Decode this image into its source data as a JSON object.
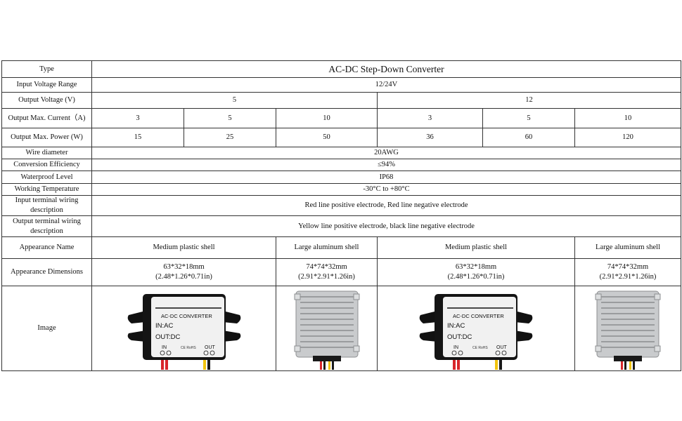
{
  "header": {
    "type_label": "Type",
    "type_value": "AC-DC Step-Down Converter"
  },
  "rows": {
    "input_voltage": {
      "label": "Input Voltage Range",
      "value": "12/24V"
    },
    "output_voltage": {
      "label": "Output Voltage (V)",
      "values": [
        "5",
        "12"
      ]
    },
    "output_current": {
      "label": "Output Max. Current（A)",
      "values": [
        "3",
        "5",
        "10",
        "3",
        "5",
        "10"
      ]
    },
    "output_power": {
      "label": "Output Max. Power (W)",
      "values": [
        "15",
        "25",
        "50",
        "36",
        "60",
        "120"
      ]
    },
    "wire_diameter": {
      "label": "Wire diameter",
      "value": "20AWG"
    },
    "efficiency": {
      "label": "Conversion Efficiency",
      "value": "≤94%"
    },
    "waterproof": {
      "label": "Waterproof Level",
      "value": "IP68"
    },
    "temperature": {
      "label": "Working Temperature",
      "value": "-30°C to +80°C"
    },
    "input_wiring": {
      "label": "Input terminal wiring description",
      "value": "Red line positive electrode, Red line negative electrode"
    },
    "output_wiring": {
      "label": "Output terminal wiring description",
      "value": "Yellow line positive electrode, black line negative electrode"
    },
    "appearance_name": {
      "label": "Appearance Name",
      "values": [
        "Medium plastic shell",
        "Large aluminum shell",
        "Medium plastic shell",
        "Large aluminum shell"
      ]
    },
    "appearance_dims": {
      "label": "Appearance Dimensions",
      "values": [
        {
          "line1": "63*32*18mm",
          "line2": "(2.48*1.26*0.71in)"
        },
        {
          "line1": "74*74*32mm",
          "line2": "(2.91*2.91*1.26in)"
        },
        {
          "line1": "63*32*18mm",
          "line2": "(2.48*1.26*0.71in)"
        },
        {
          "line1": "74*74*32mm",
          "line2": "(2.91*2.91*1.26in)"
        }
      ]
    },
    "image": {
      "label": "Image"
    }
  },
  "device_labels": {
    "title": "AC-DC  CONVERTER",
    "in_line": "IN:AC",
    "out_line": "OUT:DC",
    "in_terminal": "IN",
    "out_terminal": "OUT",
    "marks": "CE RoHS"
  },
  "icons": [
    "plastic-converter-image",
    "aluminum-converter-image"
  ]
}
